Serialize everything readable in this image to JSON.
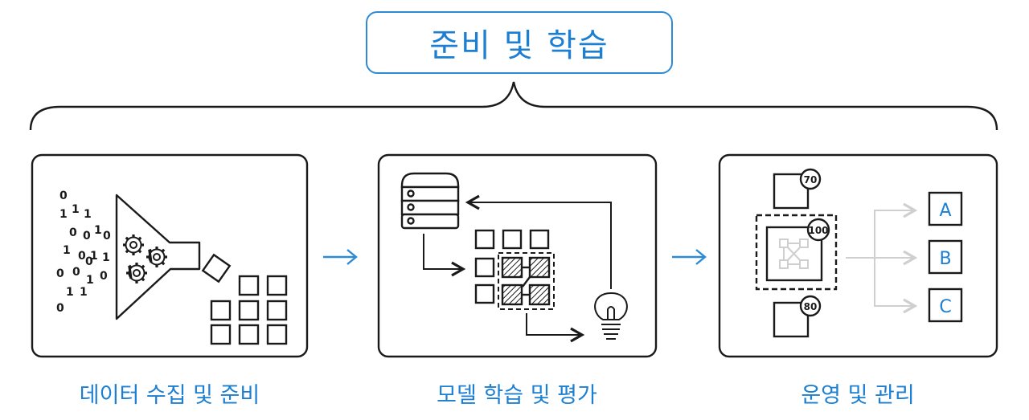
{
  "title": "준비 및 학습",
  "stages": [
    {
      "label": "데이터 수집 및 준비"
    },
    {
      "label": "모델 학습 및 평가"
    },
    {
      "label": "운영 및 관리"
    }
  ],
  "binary_digits": [
    "0",
    "1",
    "1",
    "1",
    "0",
    "0",
    "1",
    "0",
    "1",
    "0",
    "1",
    "1",
    "0",
    "0",
    "1",
    "0",
    "1",
    "1",
    "0",
    "0"
  ],
  "scores": [
    "70",
    "100",
    "80"
  ],
  "outputs": [
    "A",
    "B",
    "C"
  ],
  "colors": {
    "accent": "#1c7fd1",
    "stroke": "#1a1a1a",
    "muted": "#cfcfcf"
  }
}
